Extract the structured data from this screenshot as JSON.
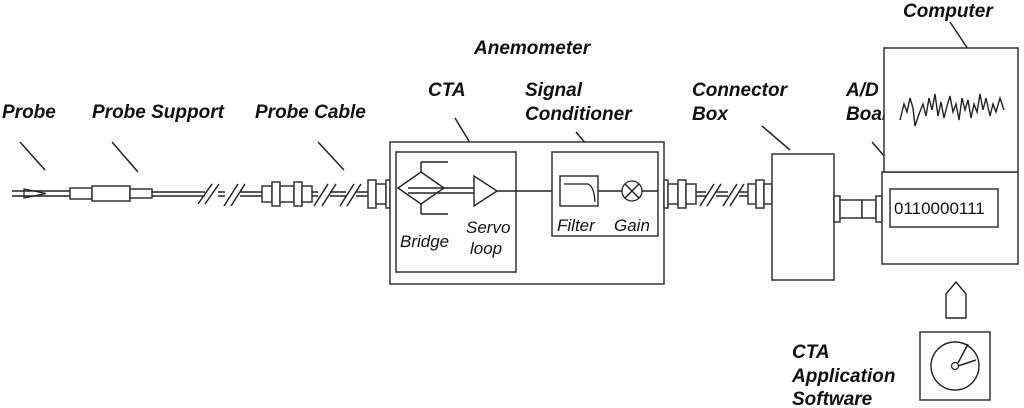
{
  "labels": {
    "probe": "Probe",
    "probe_support": "Probe Support",
    "probe_cable": "Probe Cable",
    "cta": "CTA",
    "anemometer": "Anemometer",
    "signal_conditioner": [
      "Signal",
      "Conditioner"
    ],
    "connector_box": [
      "Connector",
      "Box"
    ],
    "ad_board": [
      "A/D",
      "Board"
    ],
    "computer": "Computer",
    "cta_software": [
      "CTA",
      "Application",
      "Software"
    ]
  },
  "internals": {
    "bridge": "Bridge",
    "servo_loop": [
      "Servo",
      "loop"
    ],
    "filter": "Filter",
    "gain": "Gain",
    "ad_readout": "0110000111"
  }
}
